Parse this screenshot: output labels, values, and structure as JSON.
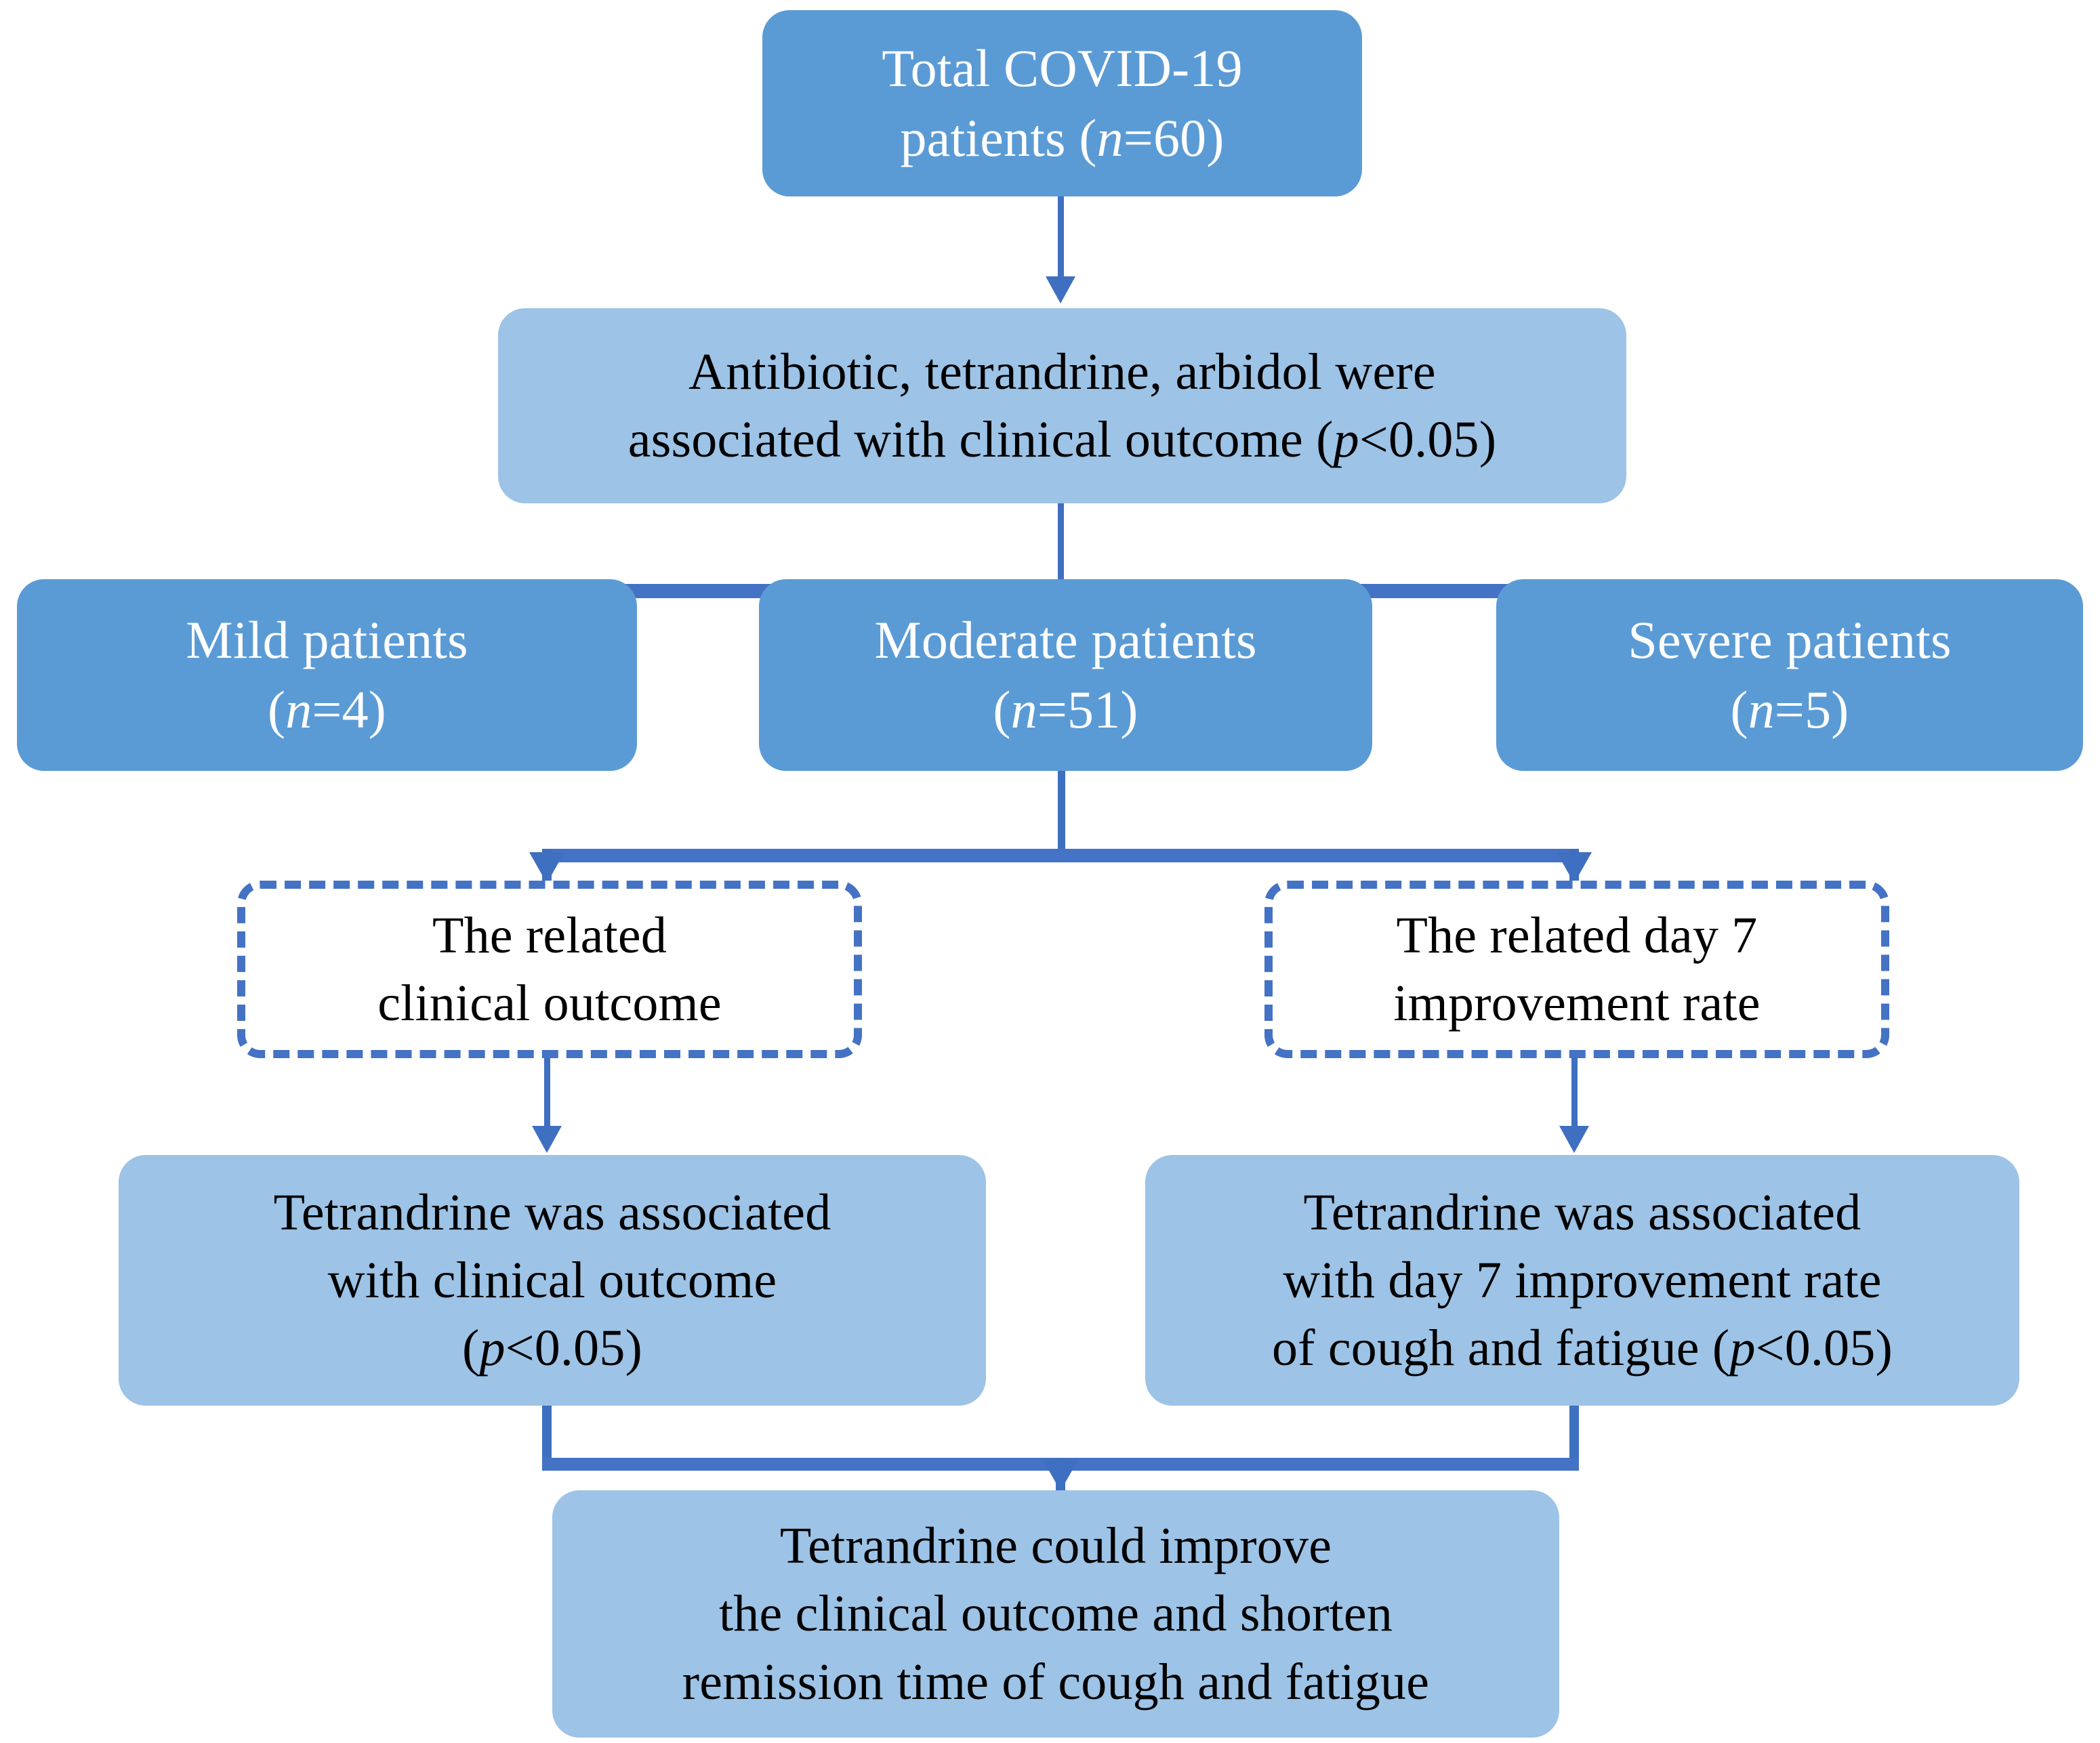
{
  "diagram": {
    "type": "flowchart",
    "title": "Tetrandrine COVID-19 clinical outcome flowchart",
    "colors": {
      "node_dark_fill": "#5B9BD5",
      "node_dark_text": "#FFFFFF",
      "node_light_fill": "#9DC3E6",
      "node_light_text": "#000000",
      "dashed_border": "#4472C4",
      "connector": "#4472C4",
      "background": "#FFFFFF"
    },
    "nodes": {
      "total_patients": {
        "id": "total_patients",
        "style": "dark",
        "line1": "Total COVID-19",
        "line2": "patients (n=60)",
        "text": "Total COVID-19\npatients (n=60)",
        "n": 60
      },
      "associated_drugs": {
        "id": "associated_drugs",
        "style": "light",
        "line1": "Antibiotic, tetrandrine, arbidol were",
        "line2": "associated with clinical outcome (p<0.05)",
        "text": "Antibiotic, tetrandrine, arbidol were\nassociated with clinical outcome (p<0.05)",
        "p_value": "p<0.05"
      },
      "mild": {
        "id": "mild",
        "style": "dark",
        "line1": "Mild patients",
        "line2": "(n=4)",
        "text": "Mild patients\n(n=4)",
        "n": 4
      },
      "moderate": {
        "id": "moderate",
        "style": "dark",
        "line1": "Moderate patients",
        "line2": "(n=51)",
        "text": "Moderate patients\n(n=51)",
        "n": 51
      },
      "severe": {
        "id": "severe",
        "style": "dark",
        "line1": "Severe patients",
        "line2": "(n=5)",
        "text": "Severe patients\n(n=5)",
        "n": 5
      },
      "related_clinical_outcome": {
        "id": "related_clinical_outcome",
        "style": "dashed",
        "line1": "The related",
        "line2": "clinical outcome",
        "text": "The related\nclinical outcome"
      },
      "related_day7_rate": {
        "id": "related_day7_rate",
        "style": "dashed",
        "line1": "The related day 7",
        "line2": "improvement rate",
        "text": "The related day 7\nimprovement rate"
      },
      "result_clinical_outcome": {
        "id": "result_clinical_outcome",
        "style": "light",
        "line1": "Tetrandrine was associated",
        "line2": "with clinical outcome",
        "line3": "(p<0.05)",
        "text": "Tetrandrine was associated\nwith clinical outcome\n(p<0.05)",
        "p_value": "p<0.05"
      },
      "result_day7_rate": {
        "id": "result_day7_rate",
        "style": "light",
        "line1": "Tetrandrine was associated",
        "line2": "with day 7 improvement rate",
        "line3": "of cough and fatigue (p<0.05)",
        "text": "Tetrandrine was associated\nwith day 7 improvement rate\nof cough and fatigue (p<0.05)",
        "p_value": "p<0.05"
      },
      "conclusion": {
        "id": "conclusion",
        "style": "light",
        "line1": "Tetrandrine could improve",
        "line2": "the clinical outcome and shorten",
        "line3": "remission time of cough and fatigue",
        "text": "Tetrandrine could improve\nthe clinical outcome and shorten\nremission time of cough and fatigue"
      }
    },
    "edges": [
      {
        "from": "total_patients",
        "to": "associated_drugs",
        "kind": "straight-arrow"
      },
      {
        "from": "associated_drugs",
        "to": "mild",
        "kind": "branch-arrow"
      },
      {
        "from": "associated_drugs",
        "to": "moderate",
        "kind": "branch-arrow"
      },
      {
        "from": "associated_drugs",
        "to": "severe",
        "kind": "branch-arrow"
      },
      {
        "from": "moderate",
        "to": "related_clinical_outcome",
        "kind": "branch-arrow"
      },
      {
        "from": "moderate",
        "to": "related_day7_rate",
        "kind": "branch-arrow"
      },
      {
        "from": "related_clinical_outcome",
        "to": "result_clinical_outcome",
        "kind": "straight-arrow"
      },
      {
        "from": "related_day7_rate",
        "to": "result_day7_rate",
        "kind": "straight-arrow"
      },
      {
        "from": "result_clinical_outcome",
        "to": "conclusion",
        "kind": "merge-arrow"
      },
      {
        "from": "result_day7_rate",
        "to": "conclusion",
        "kind": "merge-arrow"
      }
    ]
  }
}
